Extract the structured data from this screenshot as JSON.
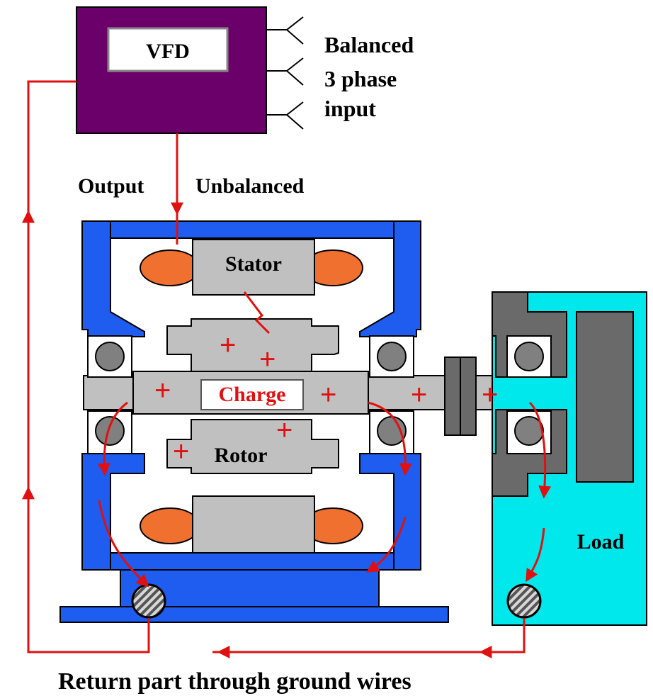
{
  "labels": {
    "vfd": "VFD",
    "input_line1": "Balanced",
    "input_line2": "3 phase",
    "input_line3": "input",
    "output": "Output",
    "unbalanced": "Unbalanced",
    "stator": "Stator",
    "rotor": "Rotor",
    "charge": "Charge",
    "load": "Load",
    "return_caption": "Return part through ground wires",
    "plus_sign": "+"
  },
  "colors": {
    "vfd_box": "#6b006b",
    "frame_blue": "#1f5cf0",
    "load_cyan": "#00e8ec",
    "core_gray": "#c0c0c0",
    "winding_orange": "#f07030",
    "bearing_gray": "#808080",
    "dark_gray": "#6a6a6a",
    "current_red": "#e01010"
  },
  "icons": {
    "ground_terminal": "ground-terminal-icon",
    "bearing": "ball-bearing-icon"
  }
}
